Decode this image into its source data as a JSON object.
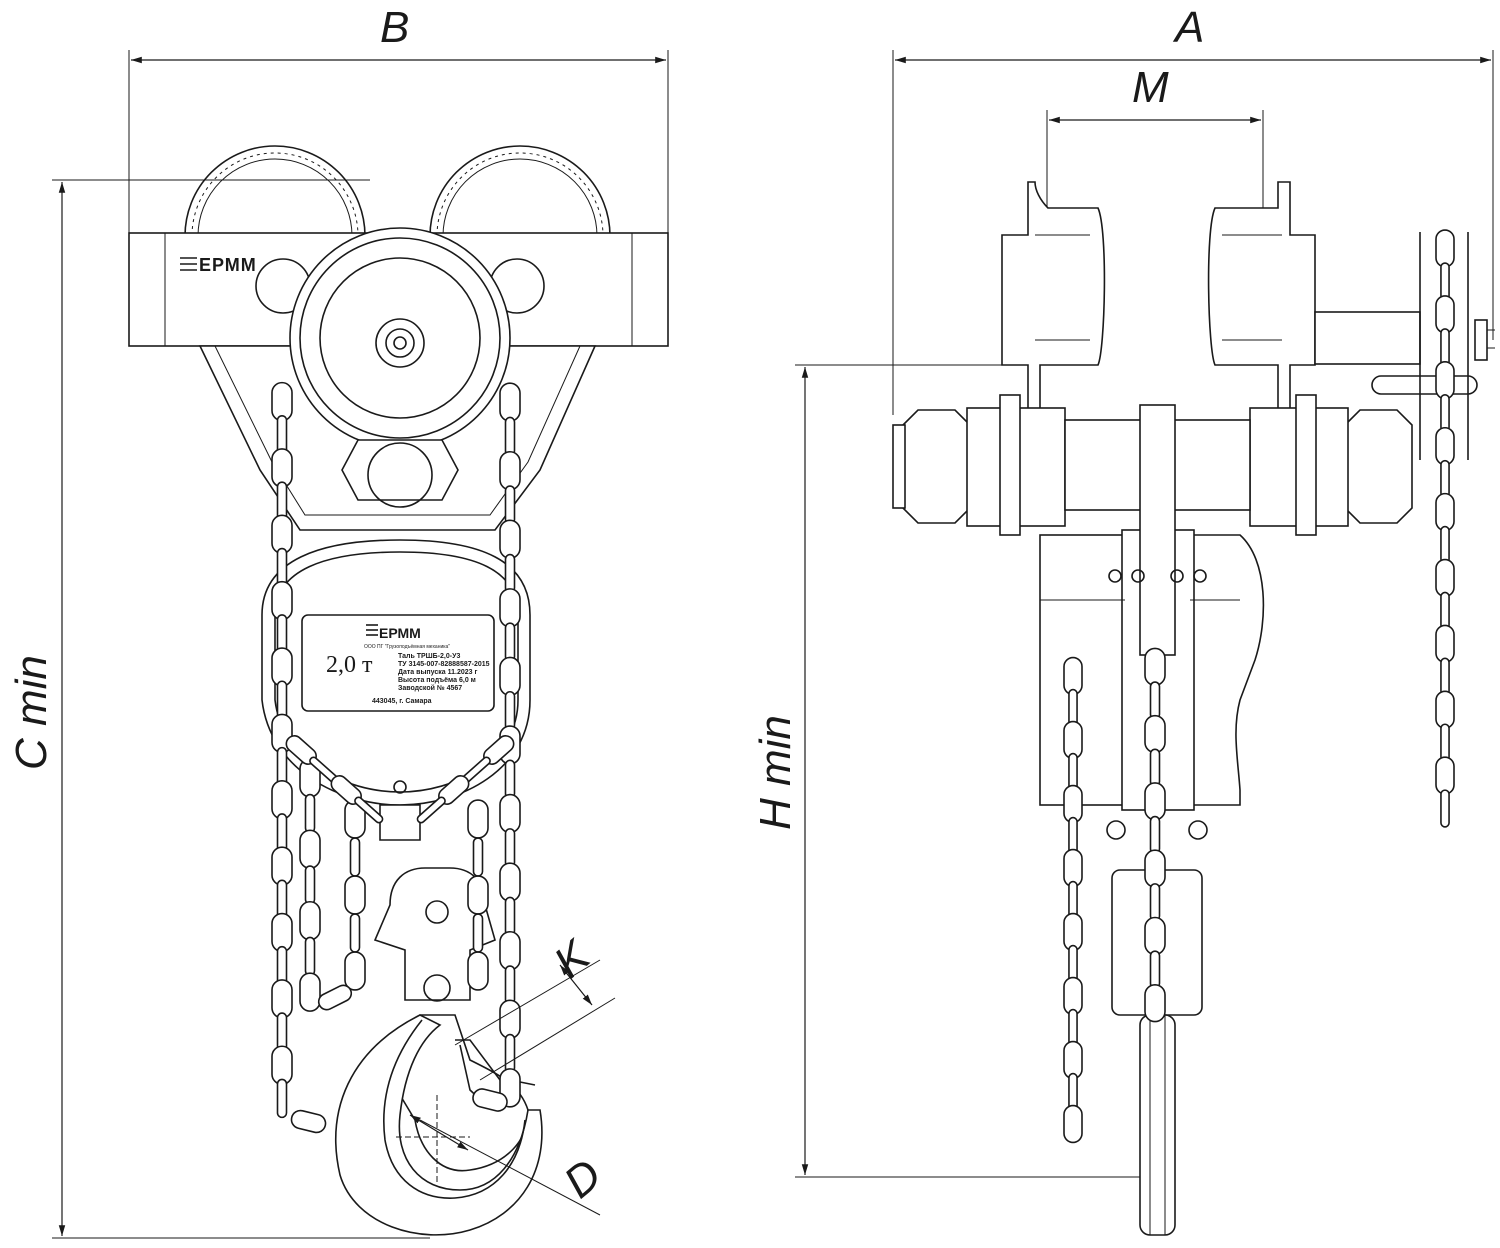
{
  "dimensions": {
    "A": "A",
    "B": "B",
    "M": "M",
    "C": "C min",
    "H": "H min",
    "K": "K",
    "D": "D"
  },
  "logo": {
    "text": "ЕРММ"
  },
  "plate": {
    "logo": "ЕРММ",
    "company": "ООО ПГ \"Грузоподъёмная механика\"",
    "capacity": "2,0 т",
    "line1": "Таль ТРШБ-2,0-У3",
    "line2": "ТУ 3145-007-82888587-2015",
    "line3": "Дата выпуска 11.2023 г",
    "line4": "Высота подъёма  6,0 м",
    "line5": "Заводской № 4567",
    "address": "443045, г. Самара"
  }
}
